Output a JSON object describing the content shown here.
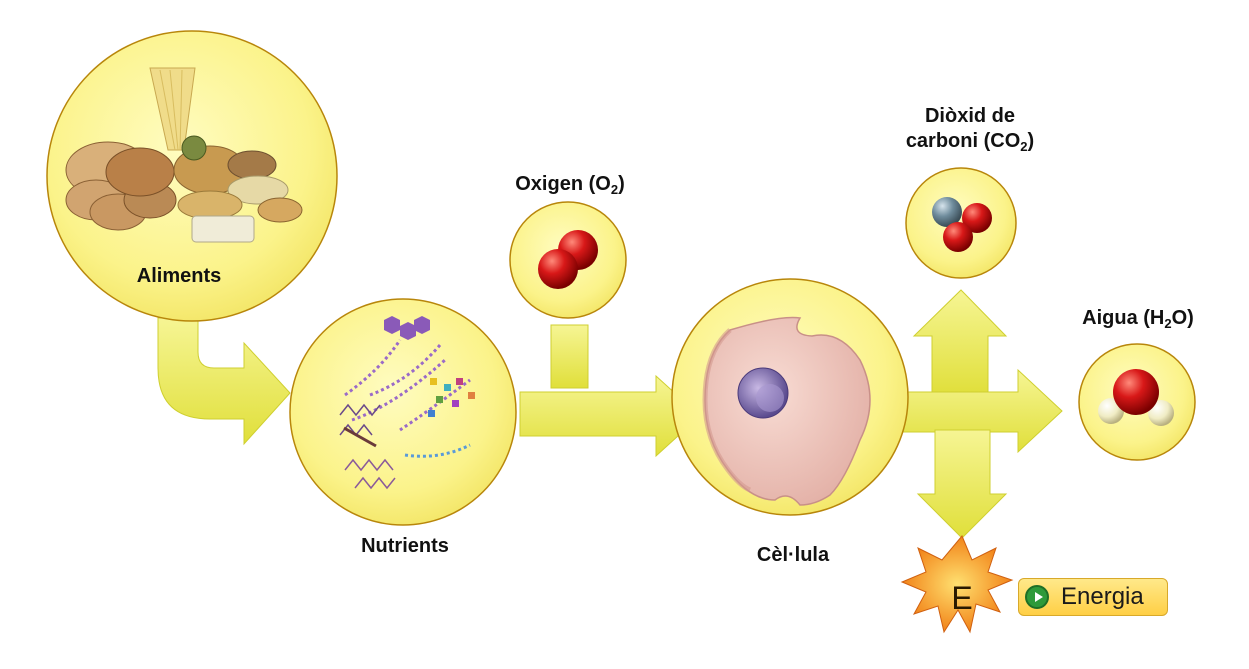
{
  "labels": {
    "aliments": "Aliments",
    "nutrients": "Nutrients",
    "oxygen": "Oxigen (O",
    "oxygen_sub": "2",
    "oxygen_end": ")",
    "co2_line1": "Diòxid de",
    "co2_line2": "carboni (CO",
    "co2_sub": "2",
    "co2_end": ")",
    "cell": "Cèl·lula",
    "water": "Aigua (H",
    "water_sub": "2",
    "water_end": "O)",
    "energy_symbol": "E"
  },
  "energy_button": {
    "label": "Energia"
  },
  "colors": {
    "circle_fill": "#fbf38a",
    "circle_border": "#b8860b",
    "arrow": "#ecec52",
    "oxygen_atom": "#cc1111",
    "carbon_atom": "#6c8a9a",
    "hydrogen_atom": "#f3efc8",
    "cell": "#f2c8be",
    "nucleus": "#7a66a8",
    "burst": "#f59020",
    "button_icon": "#2e9a3a"
  }
}
